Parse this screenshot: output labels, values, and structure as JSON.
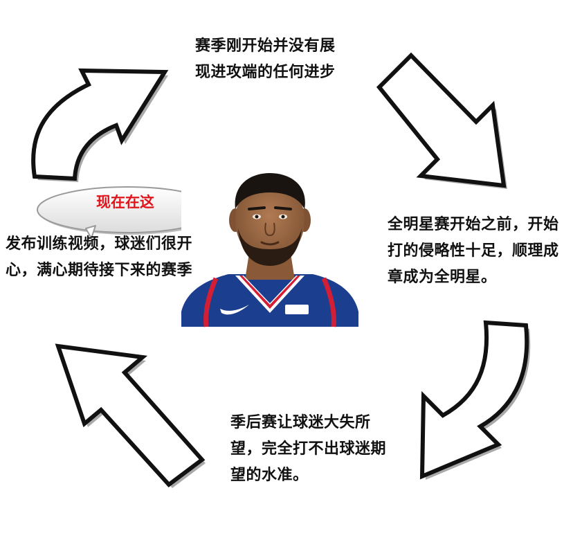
{
  "stages": {
    "top": {
      "line1": "赛季刚开始并没有展",
      "line2": "现进攻端的任何进步"
    },
    "right": {
      "line1": "全明星赛开始之前，开始",
      "line2": "打的侵略性十足，顺理成",
      "line3": "章成为全明星。"
    },
    "bottom": {
      "line1": "季后赛让球迷大失所",
      "line2": "望，完全打不出球迷期",
      "line3": "望的水准。"
    },
    "left": {
      "line1": "发布训练视频，球迷们很开",
      "line2": "心，满心期待接下来的赛季"
    }
  },
  "marker": {
    "label": "现在在这"
  },
  "colors": {
    "marker_text": "#e0141b",
    "arrow_outline": "#111111",
    "arrow_shadow": "#a9a9a9",
    "jersey": "#1c3e8e",
    "jersey_trim": "#d21f35"
  }
}
